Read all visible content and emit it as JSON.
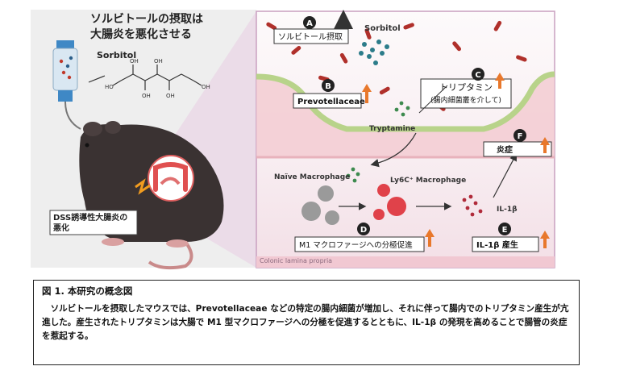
{
  "left_panel": {
    "title_line1": "ソルビトールの摂取は",
    "title_line2": "大腸炎を悪化させる",
    "sorbitol_label": "Sorbitol",
    "dss_line1": "DSS誘導性大腸炎の",
    "dss_line2": "悪化"
  },
  "right_panel": {
    "box_a": "ソルビトール摂取",
    "sorbitol": "Sorbitol",
    "box_b": "Prevotellaceae",
    "box_c_line1": "トリプタミン",
    "box_c_line2": "(腸内細菌叢を介して)",
    "tryptamine": "Tryptamine",
    "naive_macrophage": "Naïve Macrophage",
    "ly6c_macrophage": "Ly6C⁺ Macrophage",
    "il1b_small": "IL-1β",
    "box_f": "炎症",
    "box_d": "M1 マクロファージへの分極促進",
    "box_e": "IL-1β 産生",
    "lamina": "Colonic lamina propria",
    "letters": [
      "A",
      "B",
      "C",
      "D",
      "E",
      "F"
    ]
  },
  "caption": {
    "title": "図 1. 本研究の概念図",
    "body": "ソルビトールを摂取したマウスでは、Prevotellaceae などの特定の腸内細菌が増加し、それに伴って腸内でのトリプタミン産生が亢進した。産生されたトリプタミンは大腸で M1 型マクロファージへの分極を促進するとともに、IL-1β の発現を高めることで腸管の炎症を惹起する。"
  },
  "colors": {
    "arrow_up": "#e8782c",
    "panel_bg": "#f6eef4",
    "border": "#c9a0c0"
  }
}
